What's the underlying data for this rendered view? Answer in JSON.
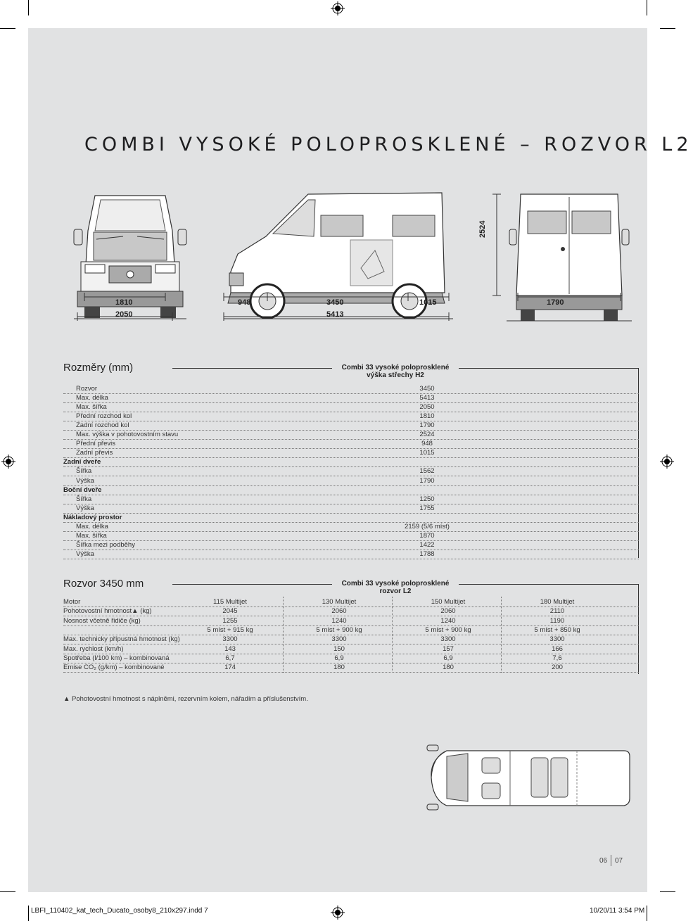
{
  "title": "COMBI VYSOKÉ POLOPROSKLENÉ – ROZVOR L2",
  "dimensions": {
    "height_label": "2524",
    "front_track": "1810",
    "overall_width": "2050",
    "front_overhang": "948",
    "wheelbase": "3450",
    "rear_overhang": "1015",
    "overall_length": "5413",
    "rear_track": "1790"
  },
  "dims_table": {
    "section_title": "Rozměry (mm)",
    "column_header_1": "Combi 33 vysoké poloprosklené",
    "column_header_2": "výška střechy H2",
    "rows": [
      {
        "label": "Rozvor",
        "value": "3450",
        "group": false
      },
      {
        "label": "Max. délka",
        "value": "5413",
        "group": false
      },
      {
        "label": "Max. šířka",
        "value": "2050",
        "group": false
      },
      {
        "label": "Přední rozchod kol",
        "value": "1810",
        "group": false
      },
      {
        "label": "Zadní rozchod kol",
        "value": "1790",
        "group": false
      },
      {
        "label": "Max. výška v pohotovostním stavu",
        "value": "2524",
        "group": false
      },
      {
        "label": "Přední převis",
        "value": "948",
        "group": false
      },
      {
        "label": "Zadní převis",
        "value": "1015",
        "group": false
      },
      {
        "label": "Zadní dveře",
        "value": "",
        "group": true
      },
      {
        "label": "Šířka",
        "value": "1562",
        "group": false
      },
      {
        "label": "Výška",
        "value": "1790",
        "group": false
      },
      {
        "label": "Boční dveře",
        "value": "",
        "group": true
      },
      {
        "label": "Šířka",
        "value": "1250",
        "group": false
      },
      {
        "label": "Výška",
        "value": "1755",
        "group": false
      },
      {
        "label": "Nákladový prostor",
        "value": "",
        "group": true
      },
      {
        "label": "Max. délka",
        "value": "2159 (5/6 míst)",
        "group": false
      },
      {
        "label": "Max. šířka",
        "value": "1870",
        "group": false
      },
      {
        "label": "Šířka mezi podběhy",
        "value": "1422",
        "group": false
      },
      {
        "label": "Výška",
        "value": "1788",
        "group": false
      }
    ]
  },
  "engine_table": {
    "section_title": "Rozvor 3450 mm",
    "column_header_1": "Combi 33 vysoké poloprosklené",
    "column_header_2": "rozvor L2",
    "rows": [
      {
        "label": "Motor",
        "values": [
          "115 Multijet",
          "130 Multijet",
          "150 Multijet",
          "180 Multijet"
        ]
      },
      {
        "label": "Pohotovostní hmotnost▲ (kg)",
        "values": [
          "2045",
          "2060",
          "2060",
          "2110"
        ]
      },
      {
        "label": "Nosnost včetně řidiče (kg)",
        "values": [
          "1255",
          "1240",
          "1240",
          "1190"
        ]
      },
      {
        "label": "",
        "values": [
          "5 míst + 915 kg",
          "5 míst + 900 kg",
          "5 míst + 900 kg",
          "5 míst + 850 kg"
        ]
      },
      {
        "label": "Max. technicky přípustná hmotnost (kg)",
        "values": [
          "3300",
          "3300",
          "3300",
          "3300"
        ]
      },
      {
        "label": "Max. rychlost (km/h)",
        "values": [
          "143",
          "150",
          "157",
          "166"
        ]
      },
      {
        "label": "Spotřeba (l/100 km) – kombinovaná",
        "values": [
          "6,7",
          "6,9",
          "6,9",
          "7,6"
        ]
      },
      {
        "label": "Emise CO₂ (g/km) – kombinované",
        "values": [
          "174",
          "180",
          "180",
          "200"
        ]
      }
    ]
  },
  "footnote": "▲ Pohotovostní hmotnost s náplněmi, rezervním kolem, nářadím a příslušenstvím.",
  "page_numbers": {
    "left": "06",
    "right": "07"
  },
  "slug": {
    "file": "LBFI_110402_kat_tech_Ducato_osoby8_210x297.indd   7",
    "date": "10/20/11   3:54 PM"
  }
}
